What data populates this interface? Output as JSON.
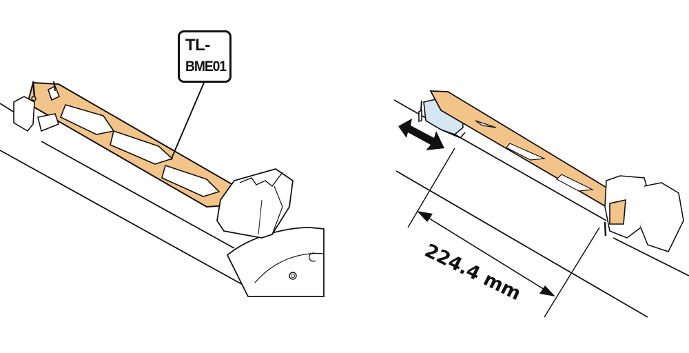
{
  "figure_left": {
    "tool_callout": {
      "line1": "TL-",
      "line2": "BME01",
      "full_name": "TL-BME01"
    },
    "colors": {
      "tool_fill": "#f2c48a",
      "outline": "#111111",
      "background": "#ffffff"
    }
  },
  "figure_right": {
    "dimension": {
      "value": "224.4",
      "unit": "mm",
      "label": "224.4 mm"
    },
    "slide_arrow": "double-headed-arrow",
    "colors": {
      "tool_fill": "#f2c48a",
      "clip_fill": "#d6e6f2",
      "outline": "#111111"
    }
  }
}
